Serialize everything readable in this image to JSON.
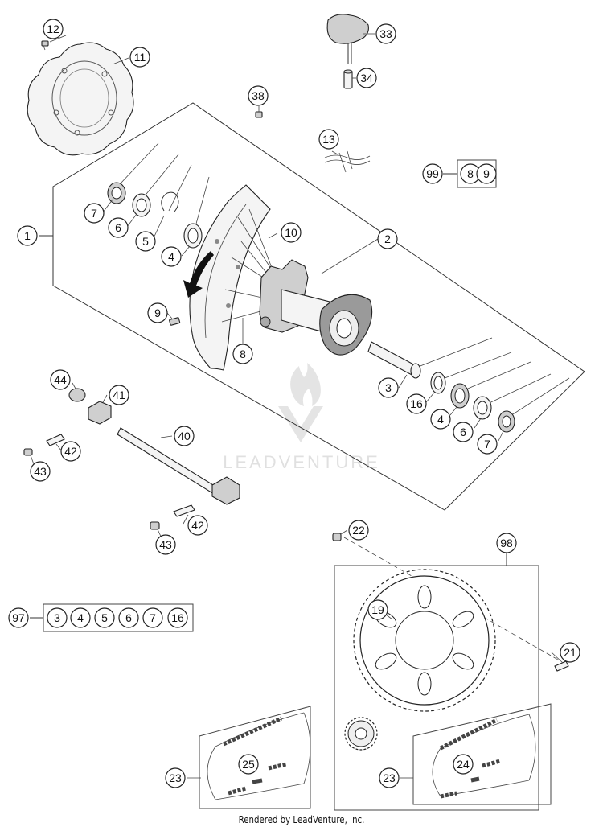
{
  "callouts": {
    "c1": "1",
    "c2": "2",
    "c3": "3",
    "c4a": "4",
    "c4b": "4",
    "c5": "5",
    "c6a": "6",
    "c6b": "6",
    "c7a": "7",
    "c7b": "7",
    "c8": "8",
    "c9": "9",
    "c10": "10",
    "c11": "11",
    "c12": "12",
    "c13": "13",
    "c16": "16",
    "c19": "19",
    "c21": "21",
    "c22": "22",
    "c23a": "23",
    "c23b": "23",
    "c24": "24",
    "c25": "25",
    "c33": "33",
    "c34": "34",
    "c38": "38",
    "c40": "40",
    "c41": "41",
    "c42a": "42",
    "c42b": "42",
    "c43a": "43",
    "c43b": "43",
    "c44": "44",
    "c97": "97",
    "c98": "98",
    "c99": "99"
  },
  "kit_99": [
    "8",
    "9"
  ],
  "kit_97": [
    "3",
    "4",
    "5",
    "6",
    "7",
    "16"
  ],
  "watermark": "LEADVENTURE",
  "footer": "Rendered by LeadVenture, Inc."
}
